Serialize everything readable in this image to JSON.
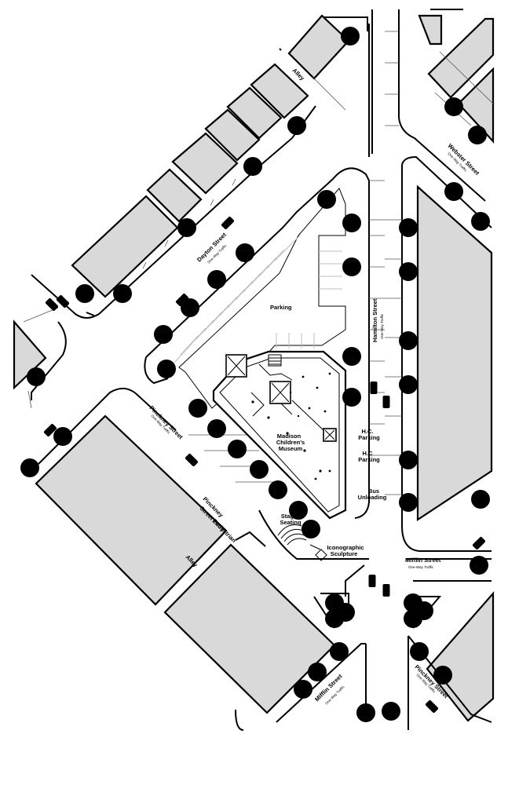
{
  "labels": {
    "alley_top": "Alley",
    "alley_left": "Alley",
    "dayton_street": "Dayton Street",
    "dayton_note": "One-Way Traffic",
    "webster_street": "Webster Street",
    "webster_note": "One-Way Traffic",
    "hamilton_street": "Hamilton Street",
    "hamilton_note": "One-Way Traffic",
    "pinckney_street_upper": "Pinckney Street",
    "pinckney_upper_note": "One-Way Traffic",
    "pinckney_street_lower": "Pinckney Street",
    "pinckney_lower_note": "One-Way Traffic",
    "mifflin_street_right": "Mifflin Street",
    "mifflin_right_note": "One-Way Traffic",
    "mifflin_street_lower": "Mifflin Street",
    "mifflin_lower_note": "One-Way Traffic",
    "parking": "Parking",
    "museum_line1": "Madison",
    "museum_line2": "Children's",
    "museum_line3": "Museum",
    "hc_parking_1a": "H.C.",
    "hc_parking_1b": "Parking",
    "hc_parking_2a": "H.C",
    "hc_parking_2b": "Parking",
    "bus_line1": "Bus",
    "bus_line2": "Unloading",
    "stage_line1": "Stage",
    "stage_line2": "Seating",
    "sculpture_line1": "Iconographic",
    "sculpture_line2": "Sculpture",
    "entry_line1": "Pinckney",
    "entry_line2": "Street Pedestrian",
    "entry_line3": "Entry"
  }
}
